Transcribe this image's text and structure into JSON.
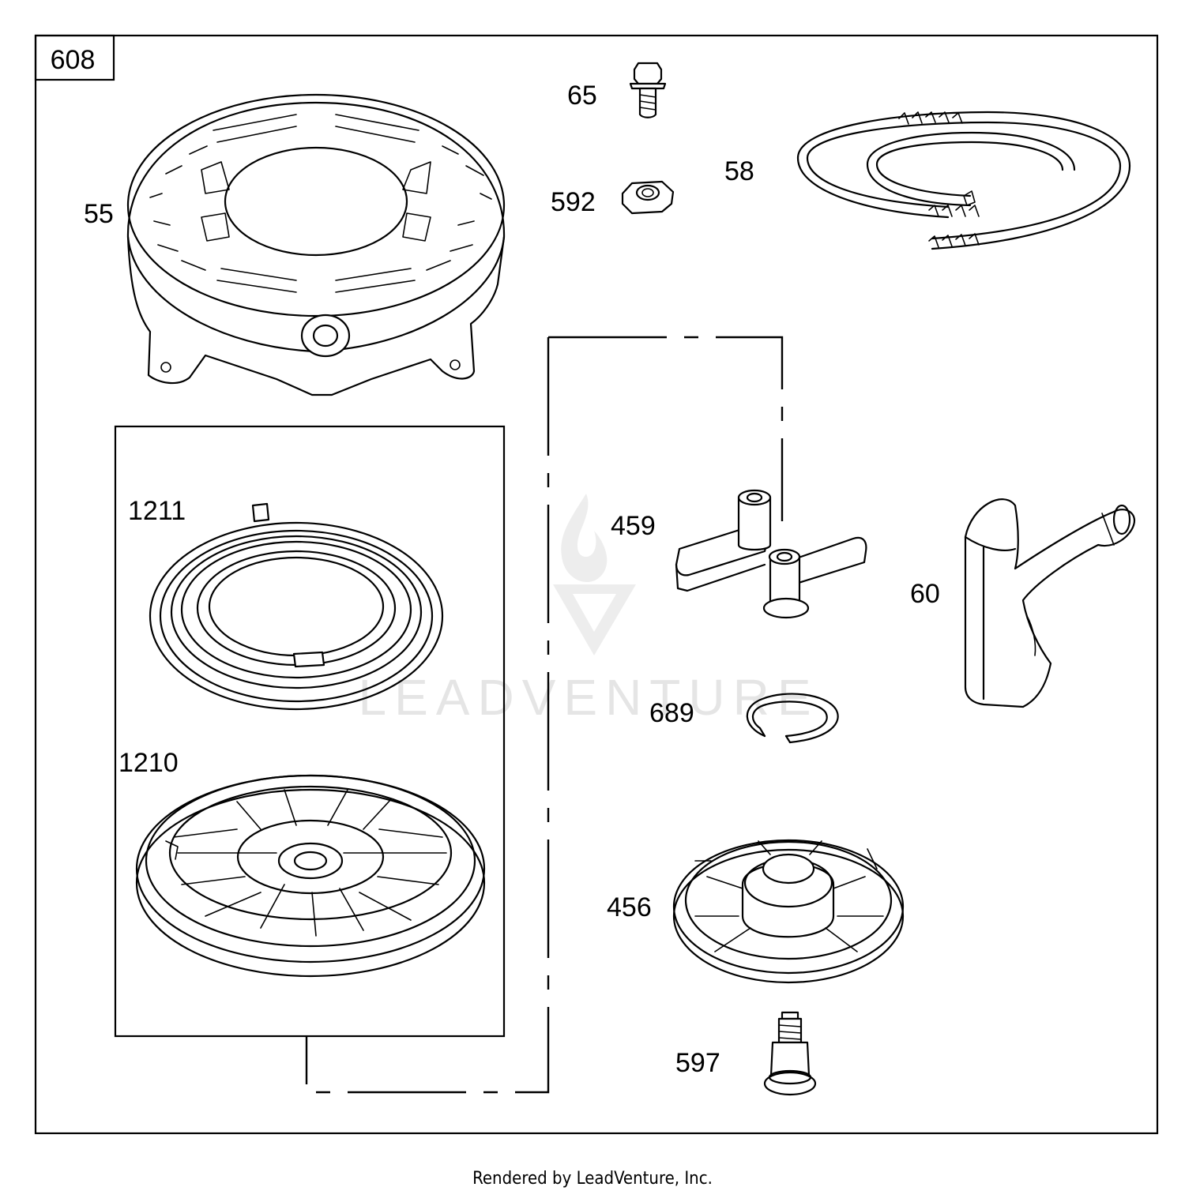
{
  "diagram_id": "608",
  "parts": {
    "p55": "55",
    "p65": "65",
    "p592": "592",
    "p58": "58",
    "p1211": "1211",
    "p1210": "1210",
    "p459": "459",
    "p60": "60",
    "p689": "689",
    "p456": "456",
    "p597": "597"
  },
  "watermark": {
    "text": "LEADVENTURE"
  },
  "footer": {
    "text": "Rendered by LeadVenture, Inc."
  }
}
